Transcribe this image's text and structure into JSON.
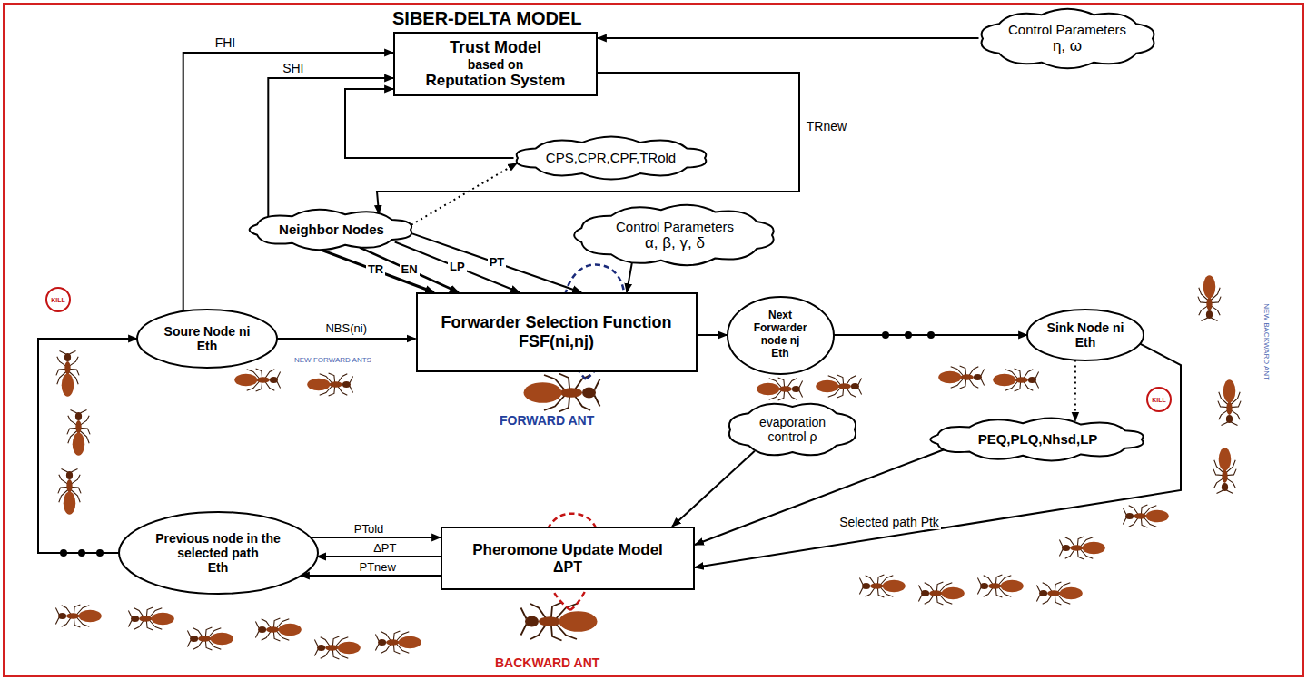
{
  "diagram": {
    "title": "SIBER-DELTA MODEL",
    "nodes": [
      {
        "text": [
          "Trust Model",
          "based on",
          "Reputation System"
        ]
      },
      {
        "text": [
          "Control Parameters",
          "η, ω"
        ]
      },
      {
        "text": [
          "CPS,CPR,CPF,TRold"
        ]
      },
      {
        "text": [
          "Neighbor Nodes"
        ]
      },
      {
        "text": [
          "Control Parameters",
          "α, β, γ, δ"
        ]
      },
      {
        "text": [
          "Soure Node ni",
          "Eth"
        ]
      },
      {
        "text": [
          "Forwarder Selection Function FSF(ni,nj)"
        ]
      },
      {
        "text": [
          "Next Forwarder node nj",
          "Eth"
        ]
      },
      {
        "text": [
          "Sink Node ni",
          "Eth"
        ]
      },
      {
        "text": [
          "evaporation control ρ"
        ]
      },
      {
        "text": [
          "PEQ,PLQ,Nhsd,LP"
        ]
      },
      {
        "text": [
          "Pheromone Update Model",
          "ΔPT"
        ]
      },
      {
        "text": [
          "Previous node in the selected path",
          "Eth"
        ]
      }
    ],
    "edges": [
      {
        "from": 5,
        "to": 0,
        "label": "FHI",
        "arrow": "to"
      },
      {
        "from": 3,
        "to": 0,
        "label": "SHI",
        "arrow": "to"
      },
      {
        "from": 2,
        "to": 0,
        "arrow": "to"
      },
      {
        "from": 1,
        "to": 0,
        "arrow": "to"
      },
      {
        "from": 0,
        "to": 3,
        "label": "TRnew",
        "arrow": "to"
      },
      {
        "from": 3,
        "to": 2,
        "arrow": "to"
      },
      {
        "from": 3,
        "to": 6,
        "label": "TR",
        "arrow": "to"
      },
      {
        "from": 3,
        "to": 6,
        "label": "EN",
        "arrow": "to"
      },
      {
        "from": 3,
        "to": 6,
        "label": "LP",
        "arrow": "to"
      },
      {
        "from": 3,
        "to": 6,
        "label": "PT",
        "arrow": "to"
      },
      {
        "from": 5,
        "to": 6,
        "label": "NBS(ni)",
        "arrow": "to"
      },
      {
        "from": 4,
        "to": 6,
        "arrow": "to"
      },
      {
        "from": 6,
        "to": 7,
        "arrow": "to"
      },
      {
        "from": 7,
        "to": 8,
        "arrow": "to"
      },
      {
        "from": 8,
        "to": 10,
        "arrow": "to"
      },
      {
        "from": 8,
        "to": 11,
        "label": "Selected path Ptk",
        "arrow": "to"
      },
      {
        "from": 9,
        "to": 11,
        "arrow": "to"
      },
      {
        "from": 10,
        "to": 11,
        "arrow": "to"
      },
      {
        "from": 12,
        "to": 11,
        "label": "PTold",
        "arrow": "to"
      },
      {
        "from": 11,
        "to": 12,
        "label": "ΔPT",
        "arrow": "to"
      },
      {
        "from": 11,
        "to": 12,
        "label": "PTnew",
        "arrow": "to"
      },
      {
        "from": 12,
        "to": 5,
        "arrow": "to"
      }
    ],
    "labels": [
      "FORWARD ANT",
      "BACKWARD ANT",
      "NEW FORWARD ANTS",
      "NEW BACKWARD ANT",
      "KILL",
      "KILL"
    ]
  }
}
